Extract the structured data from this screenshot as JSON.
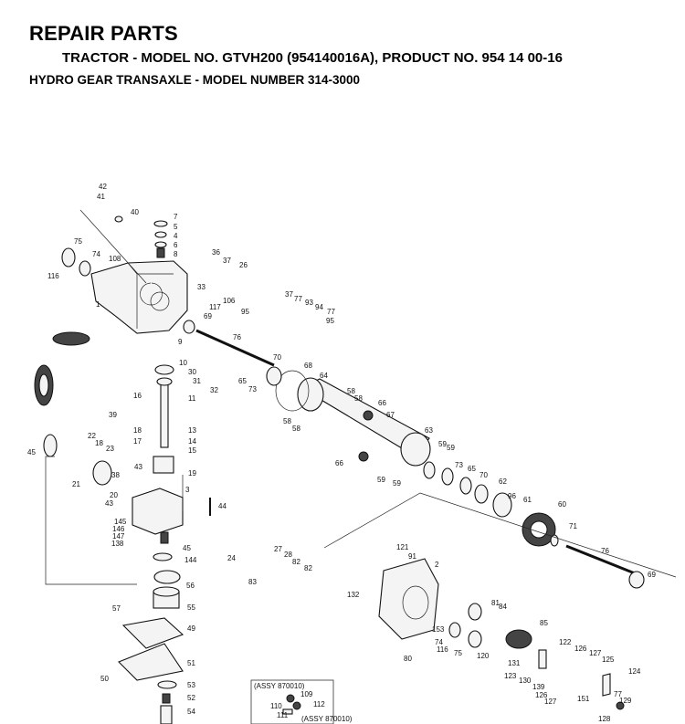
{
  "header": {
    "title": "REPAIR PARTS",
    "subtitle": "TRACTOR - MODEL NO. GTVH200 (954140016A), PRODUCT NO. 954 14 00-16",
    "subtitle2": "HYDRO GEAR TRANSAXLE - MODEL NUMBER 314-3000"
  },
  "callouts": [
    "42",
    "41",
    "40",
    "7",
    "5",
    "4",
    "6",
    "8",
    "75",
    "74",
    "116",
    "108",
    "36",
    "37",
    "26",
    "33",
    "117",
    "106",
    "95",
    "37",
    "77",
    "93",
    "94",
    "77",
    "95",
    "1",
    "69",
    "9",
    "76",
    "10",
    "30",
    "31",
    "11",
    "32",
    "70",
    "65",
    "73",
    "68",
    "64",
    "58",
    "58",
    "58",
    "58",
    "66",
    "67",
    "39",
    "16",
    "18",
    "17",
    "13",
    "14",
    "15",
    "63",
    "59",
    "59",
    "22",
    "18",
    "23",
    "45",
    "66",
    "43",
    "19",
    "73",
    "65",
    "59",
    "59",
    "70",
    "62",
    "21",
    "38",
    "20",
    "3",
    "43",
    "44",
    "96",
    "61",
    "60",
    "71",
    "145",
    "146",
    "147",
    "138",
    "45",
    "144",
    "24",
    "27",
    "28",
    "82",
    "82",
    "83",
    "121",
    "91",
    "2",
    "76",
    "69",
    "56",
    "132",
    "57",
    "55",
    "81",
    "84",
    "49",
    "85",
    "153",
    "74",
    "116",
    "75",
    "80",
    "120",
    "131",
    "122",
    "126",
    "127",
    "125",
    "124",
    "51",
    "123",
    "130",
    "139",
    "126",
    "127",
    "151",
    "50",
    "53",
    "52",
    "54",
    "129",
    "77",
    "128",
    "109",
    "110",
    "112",
    "111"
  ],
  "inset_labels": [
    "(ASSY 870010)",
    "(ASSY 870010)"
  ]
}
